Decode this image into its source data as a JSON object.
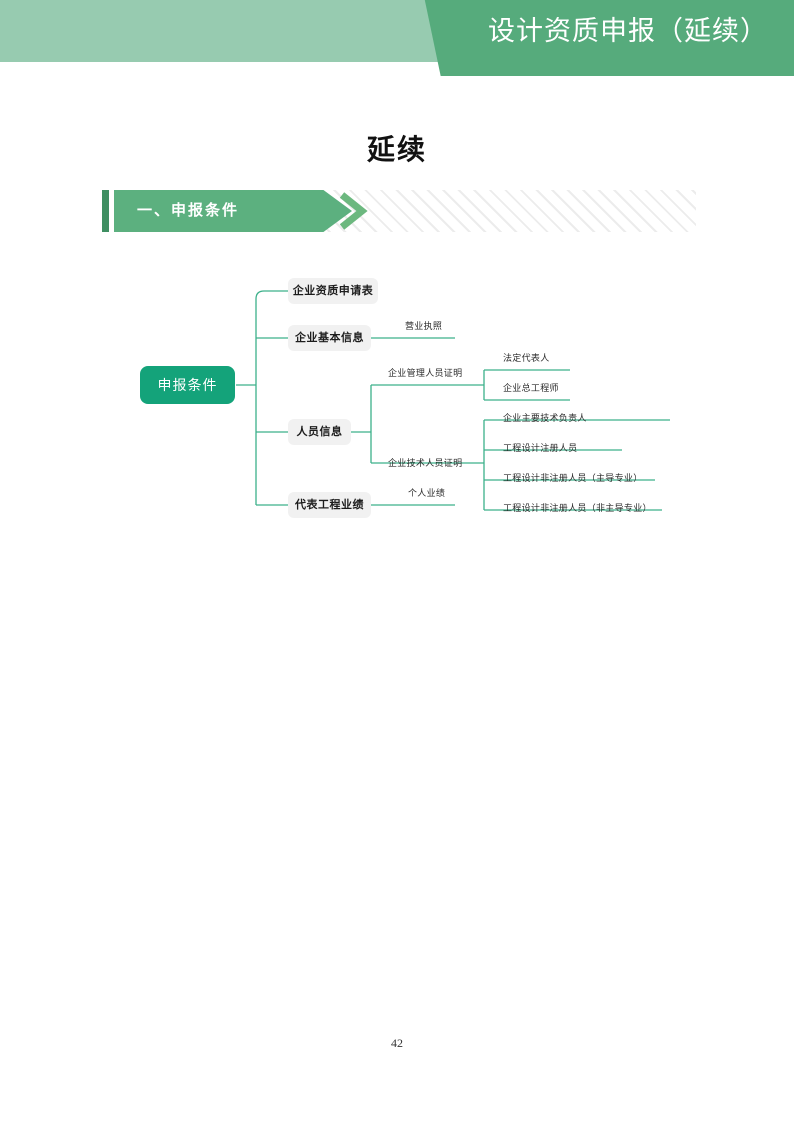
{
  "header": {
    "title": "设计资质申报（延续）",
    "light_color": "#97cbb0",
    "dark_color": "#56ab7c"
  },
  "document": {
    "title": "延续",
    "page_number": "42"
  },
  "section": {
    "label": "一、申报条件",
    "tick_color": "#3f8f62",
    "block_color": "#5cb07f",
    "chevron_color": "#6cb87f"
  },
  "mindmap": {
    "root": {
      "label": "申报条件",
      "color": "#14a37a",
      "text_color": "#ffffff"
    },
    "level2": [
      {
        "label": "企业资质申请表"
      },
      {
        "label": "企业基本信息"
      },
      {
        "label": "人员信息"
      },
      {
        "label": "代表工程业绩"
      }
    ],
    "level3": [
      {
        "label": "营业执照",
        "parent": "企业基本信息"
      },
      {
        "label": "企业管理人员证明",
        "parent": "人员信息"
      },
      {
        "label": "企业技术人员证明",
        "parent": "人员信息"
      },
      {
        "label": "个人业绩",
        "parent": "代表工程业绩"
      }
    ],
    "level4": [
      {
        "label": "法定代表人",
        "parent": "企业管理人员证明"
      },
      {
        "label": "企业总工程师",
        "parent": "企业管理人员证明"
      },
      {
        "label": "企业主要技术负责人",
        "parent": "企业技术人员证明"
      },
      {
        "label": "工程设计注册人员",
        "parent": "企业技术人员证明"
      },
      {
        "label": "工程设计非注册人员（主导专业）",
        "parent": "企业技术人员证明"
      },
      {
        "label": "工程设计非注册人员（非主导专业）",
        "parent": "企业技术人员证明"
      }
    ],
    "link_color": "#3cb08a"
  }
}
